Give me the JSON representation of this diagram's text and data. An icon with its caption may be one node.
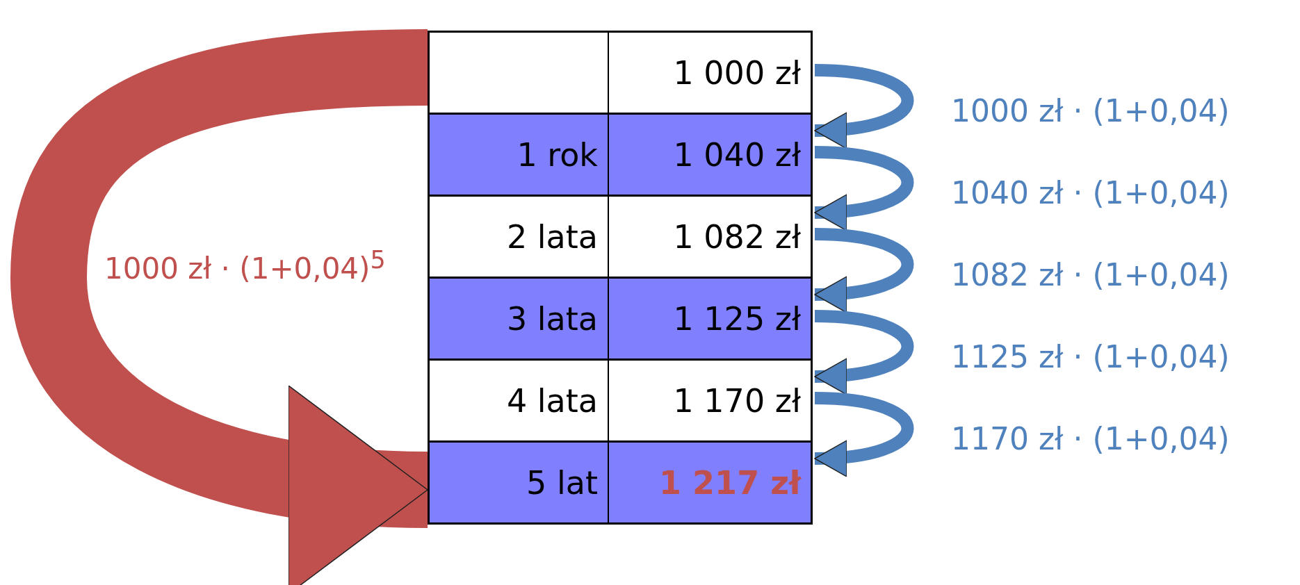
{
  "diagram": {
    "nodes": [
      {
        "text": [
          "1 000 zł"
        ]
      },
      {
        "text": [
          "1 rok",
          "1 040 zł"
        ]
      },
      {
        "text": [
          "2 lata",
          "1 082 zł"
        ]
      },
      {
        "text": [
          "3 lata",
          "1 125 zł"
        ]
      },
      {
        "text": [
          "4 lata",
          "1 170 zł"
        ]
      },
      {
        "text": [
          "5 lat",
          "1 217 zł"
        ]
      }
    ],
    "edges": [
      {
        "from": 0,
        "to": 1,
        "arrow": "to",
        "label": "1000 zł · (1+0,04)"
      },
      {
        "from": 1,
        "to": 2,
        "arrow": "to",
        "label": "1040 zł · (1+0,04)"
      },
      {
        "from": 2,
        "to": 3,
        "arrow": "to",
        "label": "1082 zł · (1+0,04)"
      },
      {
        "from": 3,
        "to": 4,
        "arrow": "to",
        "label": "1125 zł · (1+0,04)"
      },
      {
        "from": 4,
        "to": 5,
        "arrow": "to",
        "label": "1170 zł · (1+0,04)"
      },
      {
        "from": 0,
        "to": 5,
        "arrow": "to",
        "label": "1000 zł · (1+0,04)$^{5}$",
        "style": "thick",
        "color": "#c0504d"
      }
    ]
  }
}
